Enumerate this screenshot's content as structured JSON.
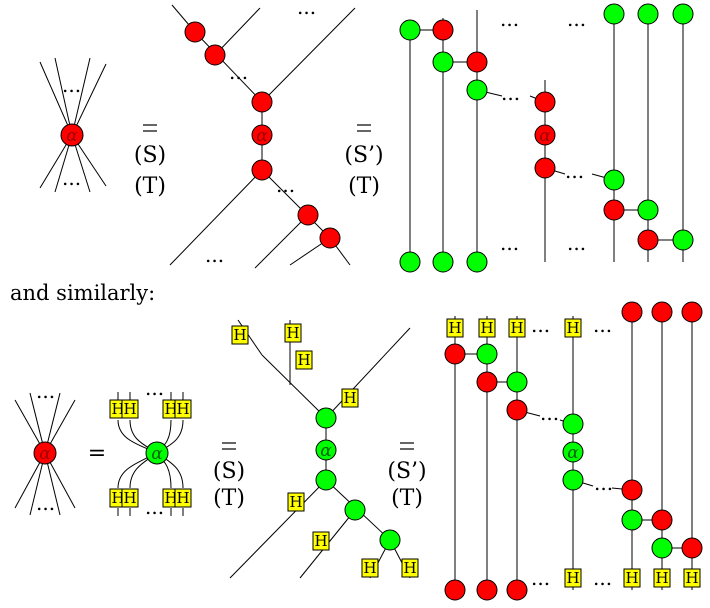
{
  "colors": {
    "red": "#ff0000",
    "green": "#00ff00",
    "yellow": "#ffff00",
    "alpha_text_on_red": "#a00000",
    "alpha_text_on_green": "#006400",
    "line": "#000000"
  },
  "text": {
    "alpha": "α",
    "hadamard": "H",
    "ellipsis": "...",
    "eq_S": "(S)",
    "eq_S_prime": "(S’)",
    "eq_T": "(T)",
    "plain_equals": "=",
    "similarly": "and similarly:"
  }
}
